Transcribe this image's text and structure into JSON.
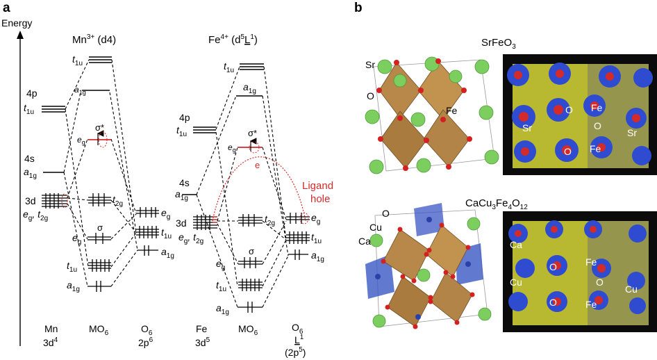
{
  "panel_a": {
    "label": "a",
    "energy_axis": "Energy",
    "mn": {
      "title_base": "Mn",
      "title_sup": "3+",
      "title_rest": " (d",
      "title_sub": "4",
      "title_end": ")",
      "levels": {
        "4p": "4p",
        "4p_sym": "t",
        "4p_sub": "1u",
        "4s": "4s",
        "4s_sym": "a",
        "4s_sub": "1g",
        "3d": "3d",
        "3d_sym": "e",
        "3d_sym_sub": "g",
        "3d_sym2": ", t",
        "3d_sym2_sub": "2g"
      },
      "mo": {
        "t1u_top": "t",
        "t1u_top_sub": "1u",
        "a1g_top": "a",
        "a1g_top_sub": "1g",
        "sigma_star": "σ*",
        "eg_star": "e",
        "eg_star_sub": "g",
        "t2g": "t",
        "t2g_sub": "2g",
        "sigma": "σ",
        "eg": "e",
        "eg_sub": "g",
        "t1u": "t",
        "t1u_sub": "1u",
        "a1g": "a",
        "a1g_sub": "1g"
      },
      "o6": {
        "eg": "e",
        "eg_sub": "g",
        "t1u": "t",
        "t1u_sub": "1u",
        "a1g": "a",
        "a1g_sub": "1g"
      },
      "bottom": {
        "metal": "Mn",
        "metal_conf": "3d",
        "metal_conf_sup": "4",
        "mo": "MO",
        "mo_sub": "6",
        "o": "O",
        "o_sub": "6",
        "o_conf": "2p",
        "o_conf_sup": "6"
      }
    },
    "fe": {
      "title_base": "Fe",
      "title_sup": "4+",
      "title_rest": " (d",
      "title_sup2": "5",
      "title_L": "L",
      "title_sup3": "1",
      "title_end": ")",
      "levels": {
        "4p": "4p",
        "4p_sym": "t",
        "4p_sub": "1u",
        "4s": "4s",
        "4s_sym": "a",
        "4s_sub": "1g",
        "3d": "3d",
        "3d_sym": "e",
        "3d_sym_sub": "g",
        "3d_sym2": ", t",
        "3d_sym2_sub": "2g"
      },
      "mo": {
        "t1u_top": "t",
        "t1u_top_sub": "1u",
        "a1g_top": "a",
        "a1g_top_sub": "1g",
        "sigma_star": "σ*",
        "eg_star": "e",
        "eg_star_sub": "g",
        "electron": "e",
        "t2g": "t",
        "t2g_sub": "2g",
        "sigma": "σ",
        "eg": "e",
        "eg_sub": "g",
        "t1u": "t",
        "t1u_sub": "1u",
        "a1g": "a",
        "a1g_sub": "1g"
      },
      "ligand_hole": [
        "Ligand",
        "hole"
      ],
      "o6": {
        "eg": "e",
        "eg_sub": "g",
        "t1u": "t",
        "t1u_sub": "1u",
        "a1g": "a",
        "a1g_sub": "1g"
      },
      "bottom": {
        "metal": "Fe",
        "metal_conf": "3d",
        "metal_conf_sup": "5",
        "mo": "MO",
        "mo_sub": "6",
        "o": "O",
        "o_sub": "6",
        "o_L": "L",
        "o_L_sup": "1",
        "o_conf": "(2p",
        "o_conf_sup": "5",
        "o_conf_end": ")"
      }
    }
  },
  "panel_b": {
    "label": "b",
    "srfeo3": {
      "title_1": "SrFeO",
      "title_sub": "3",
      "structure_labels": {
        "sr": "Sr",
        "o": "O",
        "fe": "Fe"
      },
      "density_labels": {
        "o1": "O",
        "fe1": "Fe",
        "sr1": "Sr",
        "o2": "O",
        "sr2": "Sr",
        "o3": "O",
        "fe2": "Fe"
      }
    },
    "cacufeo": {
      "title_1": "CaCu",
      "title_sub1": "3",
      "title_2": "Fe",
      "title_sub2": "4",
      "title_3": "O",
      "title_sub3": "12",
      "structure_labels": {
        "o": "O",
        "cu": "Cu",
        "ca": "Ca"
      },
      "density_labels": {
        "ca": "Ca",
        "fe1": "Fe",
        "cu1": "Cu",
        "o1": "O",
        "o2": "O",
        "cu2": "Cu",
        "o3": "O",
        "fe2": "Fe"
      }
    },
    "colors": {
      "sr": "#7ccf5f",
      "o": "#d42020",
      "fe_oct": "#b8874a",
      "cu": "#3b57c4",
      "density_bg": "#0b0b0b",
      "density_yellow": "#d8d838",
      "density_blue": "#2f4bd0",
      "red_accent": "#d42a2a"
    }
  }
}
